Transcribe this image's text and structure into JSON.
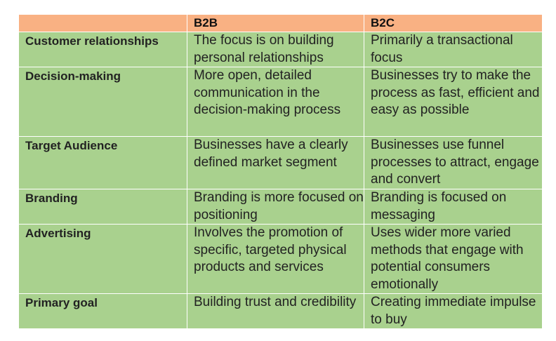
{
  "table": {
    "headers": [
      "",
      "B2B",
      "B2C"
    ],
    "rows": [
      {
        "label": "Customer relationships",
        "b2b": "The focus is on building personal relationships",
        "b2c": "Primarily a transactional focus"
      },
      {
        "label": "Decision-making",
        "b2b": "More open, detailed communication in the decision-making process",
        "b2c": "Businesses try to make the process as fast, efficient and easy as possible"
      },
      {
        "label": "Target Audience",
        "b2b": "Businesses have a clearly defined market segment",
        "b2c": "Businesses use funnel processes to attract, engage and convert"
      },
      {
        "label": "Branding",
        "b2b": "Branding is more focused on positioning",
        "b2c": "Branding is focused on messaging"
      },
      {
        "label": "Advertising",
        "b2b": "Involves the promotion of specific, targeted physical products and services",
        "b2c": "Uses wider more varied methods that engage with potential consumers emotionally"
      },
      {
        "label": "Primary goal",
        "b2b": "Building trust and credibility",
        "b2c": "Creating immediate impulse to buy"
      }
    ]
  },
  "colors": {
    "header_bg": "#f9b183",
    "body_bg": "#a9d18e"
  }
}
